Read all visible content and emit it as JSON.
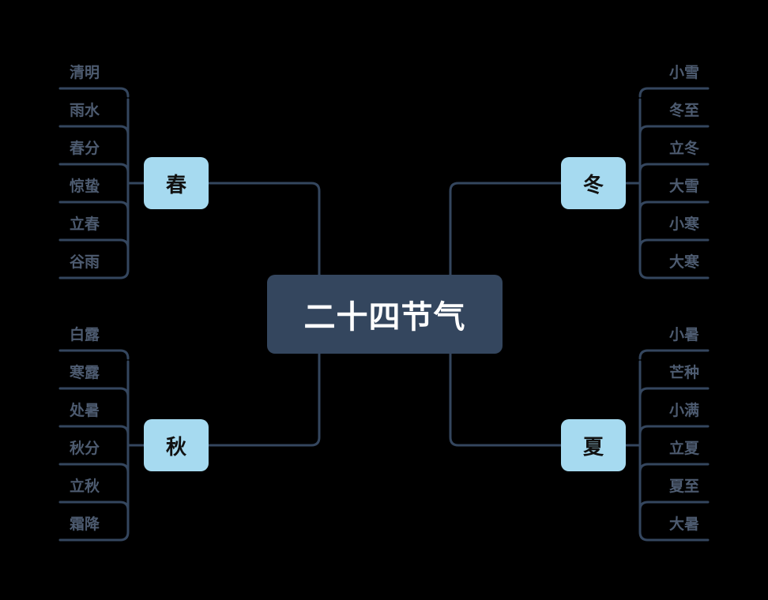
{
  "title": "二十四节气",
  "colors": {
    "background": "#000000",
    "root": "#34465e",
    "season": "#a6daf0",
    "line": "#34465e",
    "term_text": "#4d5b70"
  },
  "seasons": [
    {
      "name": "春",
      "terms": [
        "清明",
        "雨水",
        "春分",
        "惊蛰",
        "立春",
        "谷雨"
      ]
    },
    {
      "name": "冬",
      "terms": [
        "小雪",
        "冬至",
        "立冬",
        "大雪",
        "小寒",
        "大寒"
      ]
    },
    {
      "name": "秋",
      "terms": [
        "白露",
        "寒露",
        "处暑",
        "秋分",
        "立秋",
        "霜降"
      ]
    },
    {
      "name": "夏",
      "terms": [
        "小暑",
        "芒种",
        "小满",
        "立夏",
        "夏至",
        "大暑"
      ]
    }
  ]
}
